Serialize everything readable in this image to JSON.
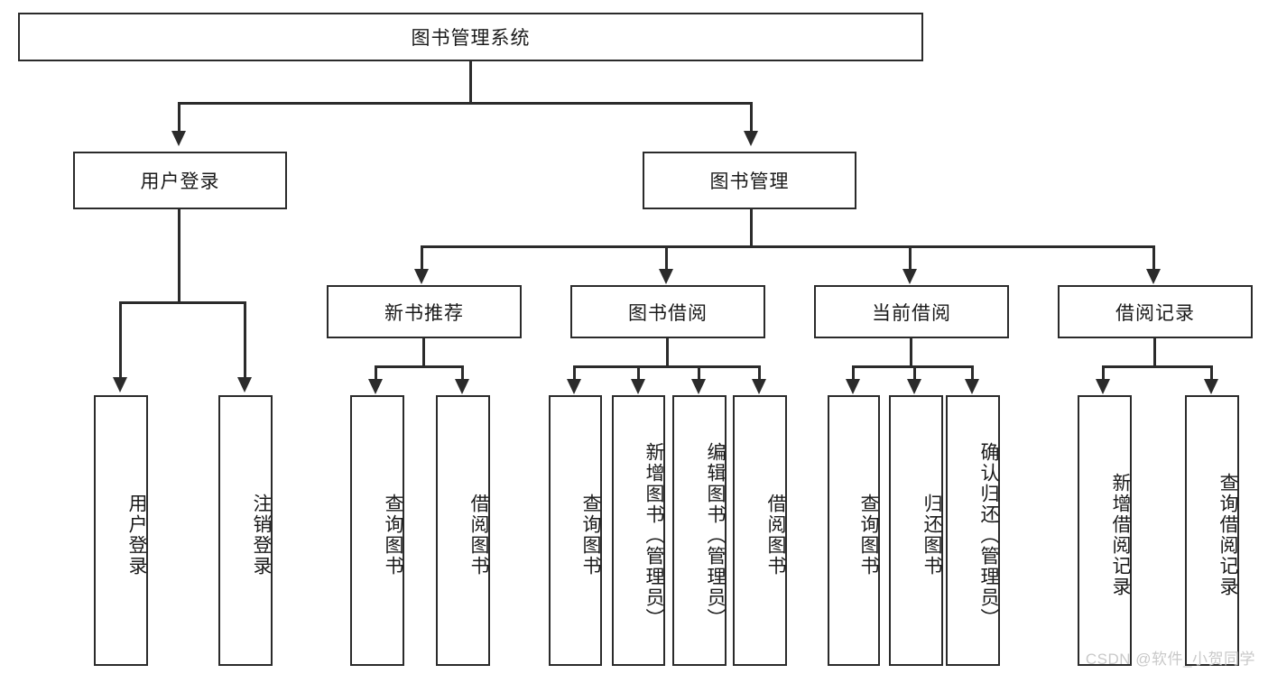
{
  "diagram": {
    "type": "tree",
    "title": "图书管理系统",
    "root": {
      "label": "图书管理系统"
    },
    "level1": [
      {
        "label": "用户登录"
      },
      {
        "label": "图书管理"
      }
    ],
    "level2": [
      {
        "label": "新书推荐"
      },
      {
        "label": "图书借阅"
      },
      {
        "label": "当前借阅"
      },
      {
        "label": "借阅记录"
      }
    ],
    "leaves": {
      "user_login": [
        {
          "label": "用户登录"
        },
        {
          "label": "注销登录"
        }
      ],
      "new_book_recommend": [
        {
          "label": "查询图书"
        },
        {
          "label": "借阅图书"
        }
      ],
      "book_borrow": [
        {
          "label": "查询图书"
        },
        {
          "label": "新增图书（管理员）"
        },
        {
          "label": "编辑图书（管理员）"
        },
        {
          "label": "借阅图书"
        }
      ],
      "current_borrow": [
        {
          "label": "查询图书"
        },
        {
          "label": "归还图书"
        },
        {
          "label": "确认归还（管理员）"
        }
      ],
      "borrow_record": [
        {
          "label": "新增借阅记录"
        },
        {
          "label": "查询借阅记录"
        }
      ]
    }
  },
  "watermark": {
    "text": "CSDN @软件_小贺同学"
  },
  "colors": {
    "stroke": "#2b2b2b",
    "fill": "#ffffff",
    "text": "#1a1a1a",
    "watermark": "#c9c9c9"
  }
}
